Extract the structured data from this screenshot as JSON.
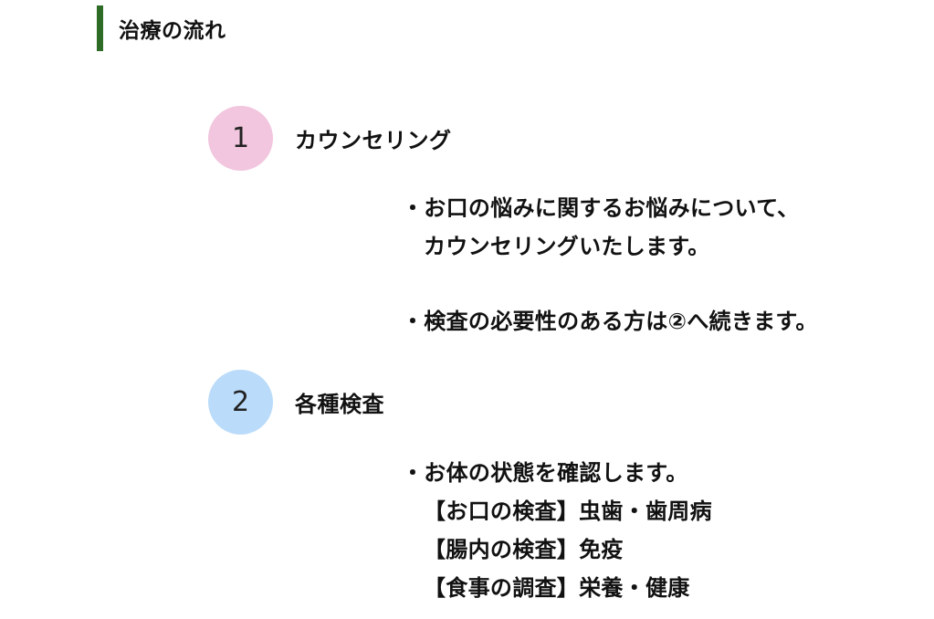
{
  "heading": {
    "title": "治療の流れ",
    "accent_color": "#2e6b26"
  },
  "steps": [
    {
      "number": "1",
      "circle_color": "#f2c6de",
      "title": "カウンセリング",
      "lines": [
        "・お口の悩みに関するお悩みについて、",
        "カウンセリングいたします。",
        "・検査の必要性のある方は②へ続きます。"
      ]
    },
    {
      "number": "2",
      "circle_color": "#badbfa",
      "title": "各種検査",
      "lines": [
        "・お体の状態を確認します。",
        "【お口の検査】虫歯・歯周病",
        "【腸内の検査】免疫",
        "【食事の調査】栄養・健康"
      ]
    }
  ]
}
